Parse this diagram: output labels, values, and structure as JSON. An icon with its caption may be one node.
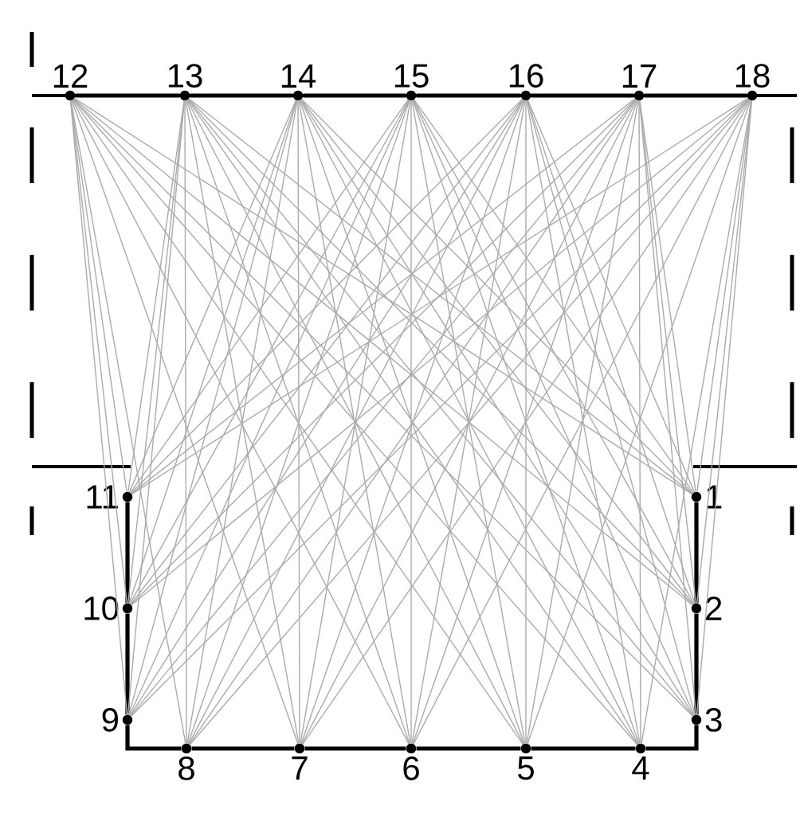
{
  "diagram": {
    "nodes": [
      {
        "text": [
          "1"
        ]
      },
      {
        "text": [
          "2"
        ]
      },
      {
        "text": [
          "3"
        ]
      },
      {
        "text": [
          "4"
        ]
      },
      {
        "text": [
          "5"
        ]
      },
      {
        "text": [
          "6"
        ]
      },
      {
        "text": [
          "7"
        ]
      },
      {
        "text": [
          "8"
        ]
      },
      {
        "text": [
          "9"
        ]
      },
      {
        "text": [
          "10"
        ]
      },
      {
        "text": [
          "11"
        ]
      },
      {
        "text": [
          "12"
        ]
      },
      {
        "text": [
          "13"
        ]
      },
      {
        "text": [
          "14"
        ]
      },
      {
        "text": [
          "15"
        ]
      },
      {
        "text": [
          "16"
        ]
      },
      {
        "text": [
          "17"
        ]
      },
      {
        "text": [
          "18"
        ]
      }
    ],
    "edges": [
      {
        "from": 0,
        "to": 1,
        "arrow": "none",
        "style": "thick",
        "color": "#000000"
      },
      {
        "from": 1,
        "to": 2,
        "arrow": "none",
        "style": "thick",
        "color": "#000000"
      },
      {
        "from": 2,
        "to": 3,
        "arrow": "none",
        "style": "thick",
        "color": "#000000"
      },
      {
        "from": 3,
        "to": 4,
        "arrow": "none",
        "style": "thick",
        "color": "#000000"
      },
      {
        "from": 4,
        "to": 5,
        "arrow": "none",
        "style": "thick",
        "color": "#000000"
      },
      {
        "from": 5,
        "to": 6,
        "arrow": "none",
        "style": "thick",
        "color": "#000000"
      },
      {
        "from": 6,
        "to": 7,
        "arrow": "none",
        "style": "thick",
        "color": "#000000"
      },
      {
        "from": 7,
        "to": 8,
        "arrow": "none",
        "style": "thick",
        "color": "#000000"
      },
      {
        "from": 8,
        "to": 9,
        "arrow": "none",
        "style": "thick",
        "color": "#000000"
      },
      {
        "from": 9,
        "to": 10,
        "arrow": "none",
        "style": "thick",
        "color": "#000000"
      },
      {
        "from": 11,
        "to": 12,
        "arrow": "none",
        "style": "thick",
        "color": "#000000"
      },
      {
        "from": 12,
        "to": 13,
        "arrow": "none",
        "style": "thick",
        "color": "#000000"
      },
      {
        "from": 13,
        "to": 14,
        "arrow": "none",
        "style": "thick",
        "color": "#000000"
      },
      {
        "from": 14,
        "to": 15,
        "arrow": "none",
        "style": "thick",
        "color": "#000000"
      },
      {
        "from": 15,
        "to": 16,
        "arrow": "none",
        "style": "thick",
        "color": "#000000"
      },
      {
        "from": 16,
        "to": 17,
        "arrow": "none",
        "style": "thick",
        "color": "#000000"
      },
      {
        "from": 11,
        "to": 0,
        "arrow": "none"
      },
      {
        "from": 11,
        "to": 1,
        "arrow": "none"
      },
      {
        "from": 11,
        "to": 2,
        "arrow": "none"
      },
      {
        "from": 11,
        "to": 3,
        "arrow": "none"
      },
      {
        "from": 11,
        "to": 4,
        "arrow": "none"
      },
      {
        "from": 11,
        "to": 5,
        "arrow": "none"
      },
      {
        "from": 11,
        "to": 6,
        "arrow": "none"
      },
      {
        "from": 11,
        "to": 7,
        "arrow": "none"
      },
      {
        "from": 11,
        "to": 8,
        "arrow": "none"
      },
      {
        "from": 11,
        "to": 9,
        "arrow": "none"
      },
      {
        "from": 11,
        "to": 10,
        "arrow": "none"
      },
      {
        "from": 12,
        "to": 0,
        "arrow": "none"
      },
      {
        "from": 12,
        "to": 1,
        "arrow": "none"
      },
      {
        "from": 12,
        "to": 2,
        "arrow": "none"
      },
      {
        "from": 12,
        "to": 3,
        "arrow": "none"
      },
      {
        "from": 12,
        "to": 4,
        "arrow": "none"
      },
      {
        "from": 12,
        "to": 5,
        "arrow": "none"
      },
      {
        "from": 12,
        "to": 6,
        "arrow": "none"
      },
      {
        "from": 12,
        "to": 7,
        "arrow": "none"
      },
      {
        "from": 12,
        "to": 8,
        "arrow": "none"
      },
      {
        "from": 12,
        "to": 9,
        "arrow": "none"
      },
      {
        "from": 12,
        "to": 10,
        "arrow": "none"
      },
      {
        "from": 13,
        "to": 0,
        "arrow": "none"
      },
      {
        "from": 13,
        "to": 1,
        "arrow": "none"
      },
      {
        "from": 13,
        "to": 2,
        "arrow": "none"
      },
      {
        "from": 13,
        "to": 3,
        "arrow": "none"
      },
      {
        "from": 13,
        "to": 4,
        "arrow": "none"
      },
      {
        "from": 13,
        "to": 5,
        "arrow": "none"
      },
      {
        "from": 13,
        "to": 6,
        "arrow": "none"
      },
      {
        "from": 13,
        "to": 7,
        "arrow": "none"
      },
      {
        "from": 13,
        "to": 8,
        "arrow": "none"
      },
      {
        "from": 13,
        "to": 9,
        "arrow": "none"
      },
      {
        "from": 13,
        "to": 10,
        "arrow": "none"
      },
      {
        "from": 14,
        "to": 0,
        "arrow": "none"
      },
      {
        "from": 14,
        "to": 1,
        "arrow": "none"
      },
      {
        "from": 14,
        "to": 2,
        "arrow": "none"
      },
      {
        "from": 14,
        "to": 3,
        "arrow": "none"
      },
      {
        "from": 14,
        "to": 4,
        "arrow": "none"
      },
      {
        "from": 14,
        "to": 5,
        "arrow": "none"
      },
      {
        "from": 14,
        "to": 6,
        "arrow": "none"
      },
      {
        "from": 14,
        "to": 7,
        "arrow": "none"
      },
      {
        "from": 14,
        "to": 8,
        "arrow": "none"
      },
      {
        "from": 14,
        "to": 9,
        "arrow": "none"
      },
      {
        "from": 14,
        "to": 10,
        "arrow": "none"
      },
      {
        "from": 15,
        "to": 0,
        "arrow": "none"
      },
      {
        "from": 15,
        "to": 1,
        "arrow": "none"
      },
      {
        "from": 15,
        "to": 2,
        "arrow": "none"
      },
      {
        "from": 15,
        "to": 3,
        "arrow": "none"
      },
      {
        "from": 15,
        "to": 4,
        "arrow": "none"
      },
      {
        "from": 15,
        "to": 5,
        "arrow": "none"
      },
      {
        "from": 15,
        "to": 6,
        "arrow": "none"
      },
      {
        "from": 15,
        "to": 7,
        "arrow": "none"
      },
      {
        "from": 15,
        "to": 8,
        "arrow": "none"
      },
      {
        "from": 15,
        "to": 9,
        "arrow": "none"
      },
      {
        "from": 15,
        "to": 10,
        "arrow": "none"
      },
      {
        "from": 16,
        "to": 0,
        "arrow": "none"
      },
      {
        "from": 16,
        "to": 1,
        "arrow": "none"
      },
      {
        "from": 16,
        "to": 2,
        "arrow": "none"
      },
      {
        "from": 16,
        "to": 3,
        "arrow": "none"
      },
      {
        "from": 16,
        "to": 4,
        "arrow": "none"
      },
      {
        "from": 16,
        "to": 5,
        "arrow": "none"
      },
      {
        "from": 16,
        "to": 6,
        "arrow": "none"
      },
      {
        "from": 16,
        "to": 7,
        "arrow": "none"
      },
      {
        "from": 16,
        "to": 8,
        "arrow": "none"
      },
      {
        "from": 16,
        "to": 9,
        "arrow": "none"
      },
      {
        "from": 16,
        "to": 10,
        "arrow": "none"
      },
      {
        "from": 17,
        "to": 0,
        "arrow": "none"
      },
      {
        "from": 17,
        "to": 1,
        "arrow": "none"
      },
      {
        "from": 17,
        "to": 2,
        "arrow": "none"
      },
      {
        "from": 17,
        "to": 3,
        "arrow": "none"
      },
      {
        "from": 17,
        "to": 4,
        "arrow": "none"
      },
      {
        "from": 17,
        "to": 5,
        "arrow": "none"
      },
      {
        "from": 17,
        "to": 6,
        "arrow": "none"
      },
      {
        "from": 17,
        "to": 7,
        "arrow": "none"
      },
      {
        "from": 17,
        "to": 8,
        "arrow": "none"
      },
      {
        "from": 17,
        "to": 9,
        "arrow": "none"
      },
      {
        "from": 17,
        "to": 10,
        "arrow": "none"
      }
    ]
  }
}
